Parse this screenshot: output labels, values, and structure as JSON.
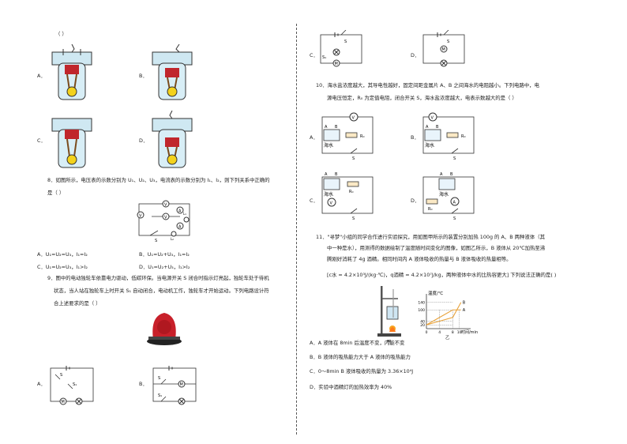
{
  "left": {
    "q7_paren": "（    ）",
    "engine_options": [
      "A．",
      "B．",
      "C．",
      "D．"
    ],
    "q8": {
      "line1": "8．如图所示，电压表的示数分别为 U₁、U₂、U₃，电流表的示数分别为 I₁、I₂，则下列关系中正确的",
      "line2": "是（    ）",
      "opt_a": "A．U₁=U₂=U₃，I₁=I₂",
      "opt_b": "B．U₁=U₂+U₃，I₁=I₂",
      "opt_c": "C．U₁=U₂=U₃，I₁>I₂",
      "opt_d": "D．U₁=U₂+U₃，I₁>I₂",
      "circuit_labels": {
        "v1": "V",
        "v2": "V",
        "v3": "V",
        "a1": "A",
        "a2": "A",
        "l1": "L₁",
        "l2": "L₂",
        "s": "S"
      }
    },
    "q9": {
      "line1": "9．图中的电动独轮车依靠电力驱动，低碳环保。当电源开关 S 闭合时指示灯亮起，独轮车处于待机",
      "line2": "状态，当人站在独轮车上时开关 S₁ 自动闭合，电动机工作，独轮车才开始运动。下列电路设计符",
      "line3": "合上述要求的是（    ）",
      "opt_a": "A．",
      "opt_b": "B．",
      "sw_s": "S",
      "sw_s1": "S₁",
      "motor": "M"
    }
  },
  "right": {
    "opt_c_top": "C．",
    "opt_d_top": "D．",
    "q10": {
      "line1": "10．海水盐浓度越大，其导电性越好，固定间距金属片 A、B 之间海水的电阻越小。下列电路中，电",
      "line2": "源电压恒定，R₀ 为定值电阻，闭合开关 S，海水盐浓度越大，电表示数越大的是（    ）",
      "opt_a": "A．",
      "opt_b": "B．",
      "opt_c": "C．",
      "opt_d": "D．",
      "sea": "海水",
      "a": "A",
      "b": "B",
      "r0": "R₀",
      "s": "S",
      "v": "V",
      "amm": "A"
    },
    "q11": {
      "line1": "11．\"寻梦\"小组的同学合作进行实验探究，用如图甲所示的装置分别加热 100g 的 A、B 两种液体（其",
      "line2": "中一种是水），用测得的数据绘制了温度随时间变化的图像，如图乙所示，B 液体从 20℃加热至沸",
      "line3": "腾刚好消耗了 4g 酒精。相同时间内 A 液体吸收的热量与 B 液体吸收的热量相等。",
      "line4": "[c水 = 4.2×10³J/(kg·℃)，q酒精 = 4.2×10⁷J/kg，两种液体中水的比热容更大] 下列说法正确的是(        )",
      "fig_jia": "甲",
      "fig_yi": "乙",
      "opt_a": "A．A 液体在 8min 后温度不变，内能不变",
      "opt_b": "B．B 液体的吸热能力大于 A 液体的吸热能力",
      "opt_c": "C．0～8min B 液体吸收的热量为 3.36×10⁴J",
      "opt_d": "D．实验中酒精灯的加热效率为 40%"
    }
  },
  "chart_data": {
    "type": "line",
    "xlabel": "时间/min",
    "ylabel": "温度/℃",
    "x_ticks": [
      "0",
      "4",
      "8",
      "10"
    ],
    "y_ticks": [
      "20",
      "40",
      "100",
      "140"
    ],
    "series": [
      {
        "name": "A",
        "x": [
          0,
          4,
          8,
          10.5
        ],
        "y": [
          20,
          60,
          100,
          100
        ]
      },
      {
        "name": "B",
        "x": [
          0,
          4,
          8,
          10.5
        ],
        "y": [
          20,
          40,
          60,
          140
        ]
      }
    ]
  }
}
